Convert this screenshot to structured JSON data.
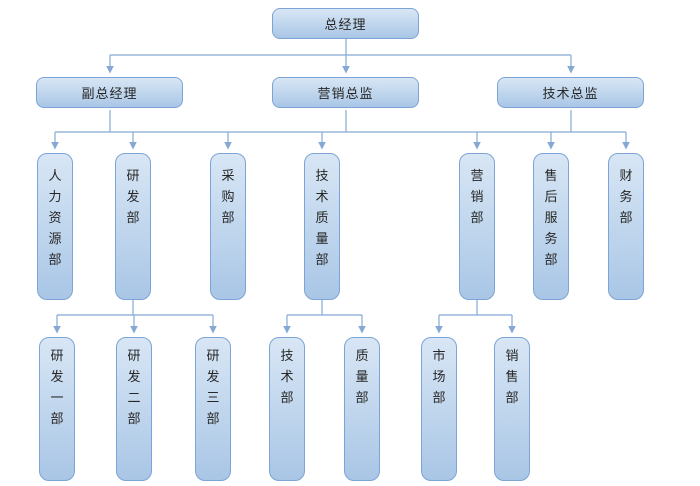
{
  "diagram": {
    "type": "org-chart",
    "colors": {
      "background": "#ffffff",
      "node_fill_top": "#d8e6f5",
      "node_fill_bottom": "#a9c6e6",
      "node_border": "#7da4d6",
      "connector": "#85a9d4",
      "text": "#262626"
    },
    "nodes": {
      "root": {
        "label": "总经理"
      },
      "level2": [
        {
          "label": "副总经理",
          "parent": "总经理"
        },
        {
          "label": "营销总监",
          "parent": "总经理"
        },
        {
          "label": "技术总监",
          "parent": "总经理"
        }
      ],
      "level3": [
        {
          "label": "人力资源部"
        },
        {
          "label": "研发部"
        },
        {
          "label": "采购部"
        },
        {
          "label": "技术质量部"
        },
        {
          "label": "营销部"
        },
        {
          "label": "售后服务部"
        },
        {
          "label": "财务部"
        }
      ],
      "level4": [
        {
          "label": "研发一部",
          "parent": "研发部"
        },
        {
          "label": "研发二部",
          "parent": "研发部"
        },
        {
          "label": "研发三部",
          "parent": "研发部"
        },
        {
          "label": "技术部",
          "parent": "技术质量部"
        },
        {
          "label": "质量部",
          "parent": "技术质量部"
        },
        {
          "label": "市场部",
          "parent": "营销部"
        },
        {
          "label": "销售部",
          "parent": "营销部"
        }
      ],
      "level3_note": "all seven level-3 departments hang from one shared horizontal bus fed by 副总经理, 营销总监 and 技术总监"
    }
  }
}
